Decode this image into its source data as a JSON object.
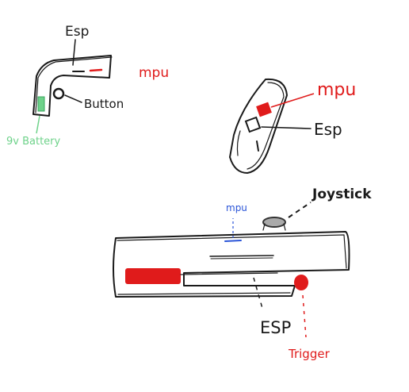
{
  "colors": {
    "ink": "#1a1a1a",
    "red": "#e01b1b",
    "blue": "#2b55d8",
    "green": "#6ed28a",
    "gray": "#777777"
  },
  "glove_sketch": {
    "label_esp": "Esp",
    "label_mpu": "mpu",
    "label_button": "Button",
    "label_battery": "9v Battery"
  },
  "handle_sketch": {
    "label_mpu": "mpu",
    "label_esp": "Esp"
  },
  "gun_sketch": {
    "label_mpu": "mpu",
    "label_joystick": "Joystick",
    "label_esp": "ESP",
    "label_trigger": "Trigger"
  }
}
